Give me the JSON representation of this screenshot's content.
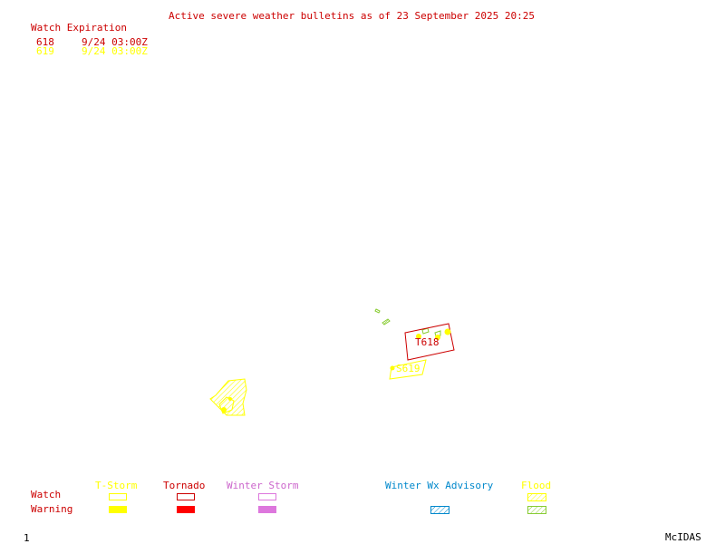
{
  "title": "Active severe weather bulletins as of 23 September 2025 20:25",
  "watch_header": "Watch Expiration",
  "watches": [
    {
      "id": "618",
      "expires": "9/24 03:00Z",
      "color": "#cc0000"
    },
    {
      "id": "619",
      "expires": "9/24 03:00Z",
      "color": "#ffff00"
    }
  ],
  "map_labels": {
    "tornado_watch": "T618",
    "storm_watch": "S619"
  },
  "legend": {
    "row_watch": "Watch",
    "row_warning": "Warning",
    "tstorm": "T-Storm",
    "tornado": "Tornado",
    "winter_storm": "Winter Storm",
    "winter_wx_advisory": "Winter Wx Advisory",
    "flood": "Flood",
    "colors": {
      "tstorm": "#ffff00",
      "tornado": "#ff0000",
      "winter_storm": "#dd77dd",
      "winter_wx_advisory": "#0088cc",
      "flood": "#88cc33"
    }
  },
  "footer": {
    "frame_number": "1",
    "brand": "McIDAS"
  }
}
